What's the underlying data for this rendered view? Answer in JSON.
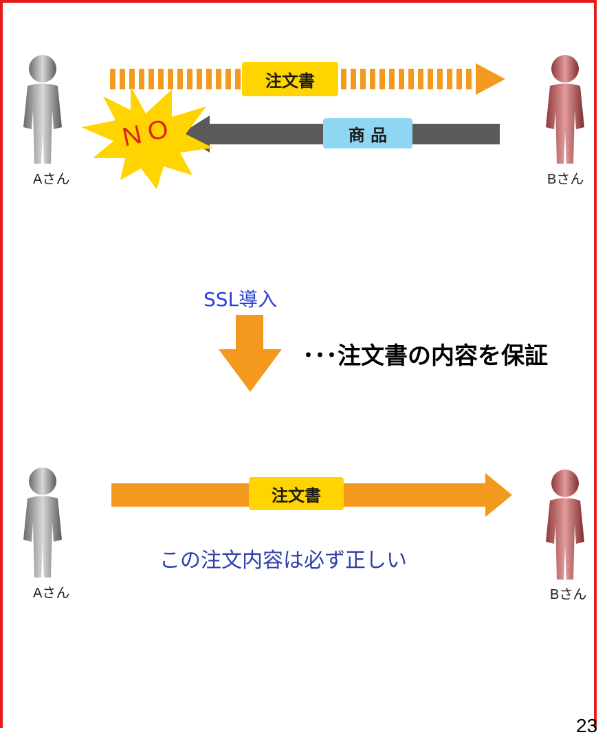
{
  "diagram": {
    "top": {
      "person_a_label": "Aさん",
      "person_b_label": "Bさん",
      "order_label": "注文書",
      "goods_label": "商 品",
      "rejection_label": "NO"
    },
    "middle": {
      "ssl_label": "SSL導入",
      "guarantee_text": "･･･注文書の内容を保証"
    },
    "bottom": {
      "person_a_label": "Aさん",
      "person_b_label": "Bさん",
      "order_label": "注文書",
      "caption": "この注文内容は必ず正しい"
    },
    "page_number": "23"
  },
  "colors": {
    "frame": "#e31b1b",
    "orange_arrow": "#f39a1e",
    "gray_arrow": "#5a5a5a",
    "order_box": "#ffd400",
    "goods_box": "#8fd6f2",
    "burst": "#ffd400",
    "person_a": "#8a8a8a",
    "person_b": "#b45a5a"
  }
}
